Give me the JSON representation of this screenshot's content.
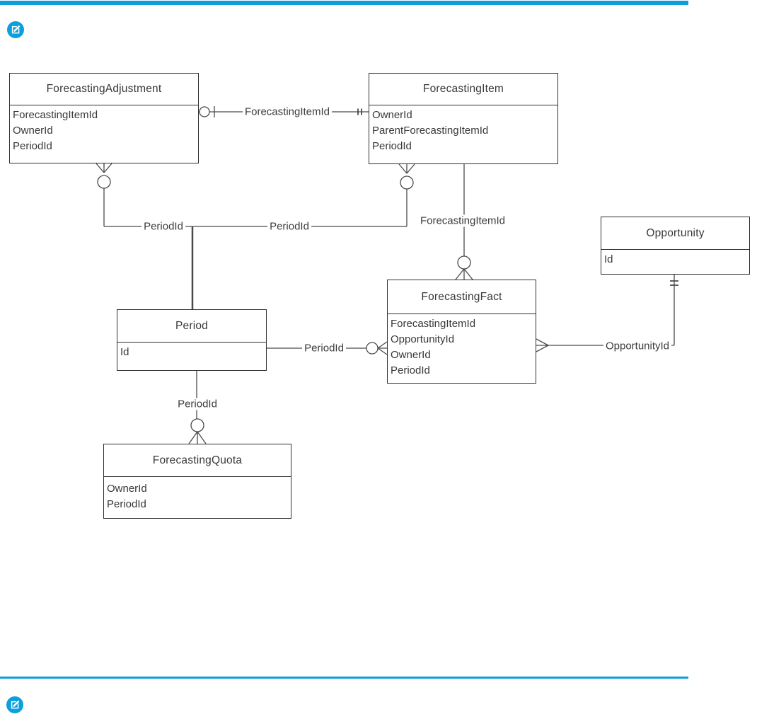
{
  "accent_color": "#0b9fdc",
  "icons": {
    "top_edit": "edit-pencil",
    "bottom_edit": "edit-pencil"
  },
  "entities": {
    "forecasting_adjustment": {
      "title": "ForecastingAdjustment",
      "fields": [
        "ForecastingItemId",
        "OwnerId",
        "PeriodId"
      ]
    },
    "forecasting_item": {
      "title": "ForecastingItem",
      "fields": [
        "OwnerId",
        "ParentForecastingItemId",
        "PeriodId"
      ]
    },
    "opportunity": {
      "title": "Opportunity",
      "fields": [
        "Id"
      ]
    },
    "period": {
      "title": "Period",
      "fields": [
        "Id"
      ]
    },
    "forecasting_fact": {
      "title": "ForecastingFact",
      "fields": [
        "ForecastingItemId",
        "OpportunityId",
        "OwnerId",
        "PeriodId"
      ]
    },
    "forecasting_quota": {
      "title": "ForecastingQuota",
      "fields": [
        "OwnerId",
        "PeriodId"
      ]
    }
  },
  "relationship_labels": {
    "adjustment_item": "ForecastingItemId",
    "adjustment_period": "PeriodId",
    "item_period": "PeriodId",
    "item_fact": "ForecastingItemId",
    "period_fact": "PeriodId",
    "opportunity_fact": "OpportunityId",
    "period_quota": "PeriodId"
  }
}
